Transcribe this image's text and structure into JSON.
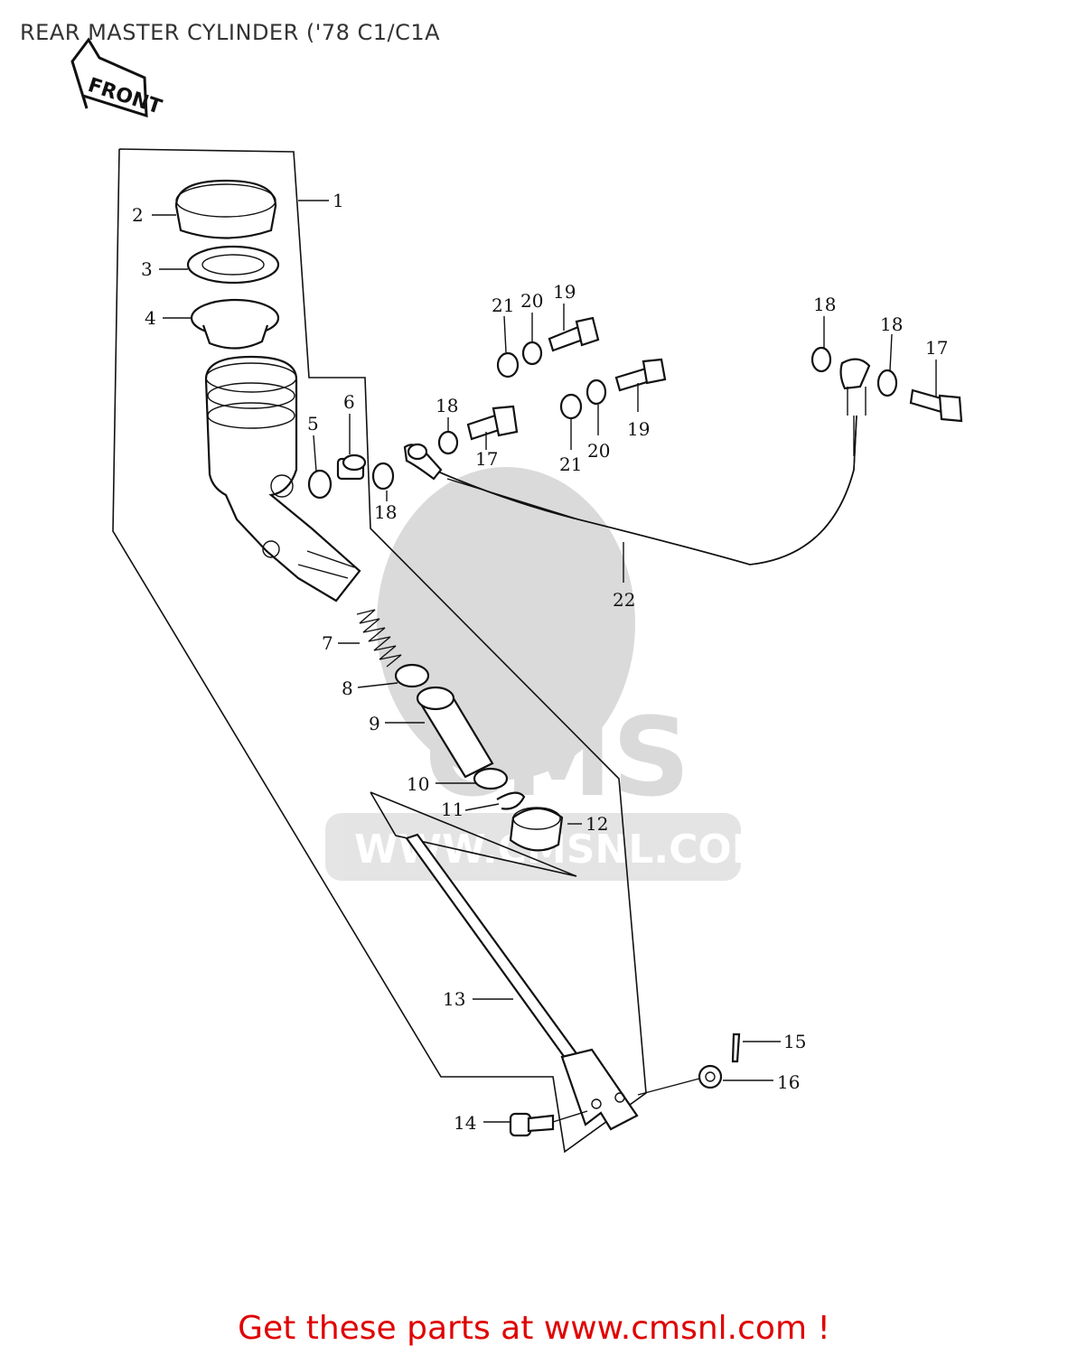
{
  "page": {
    "title": "REAR MASTER CYLINDER ('78 C1/C1A"
  },
  "front_arrow": {
    "label": "FRONT"
  },
  "watermark": {
    "brand": "CMS",
    "url": "WWW.CMSNL.COM"
  },
  "footer": {
    "text": "Get these parts at www.cmsnl.com !",
    "color": "#e00000"
  },
  "callouts": {
    "c1": "1",
    "c2": "2",
    "c3": "3",
    "c4": "4",
    "c5": "5",
    "c6": "6",
    "c7": "7",
    "c8": "8",
    "c9": "9",
    "c10": "10",
    "c11": "11",
    "c12": "12",
    "c13": "13",
    "c14": "14",
    "c15": "15",
    "c16": "16",
    "c17a": "17",
    "c17b": "17",
    "c18a": "18",
    "c18b": "18",
    "c18c": "18",
    "c18d": "18",
    "c19a": "19",
    "c19b": "19",
    "c20a": "20",
    "c20b": "20",
    "c21a": "21",
    "c21b": "21",
    "c22": "22"
  }
}
